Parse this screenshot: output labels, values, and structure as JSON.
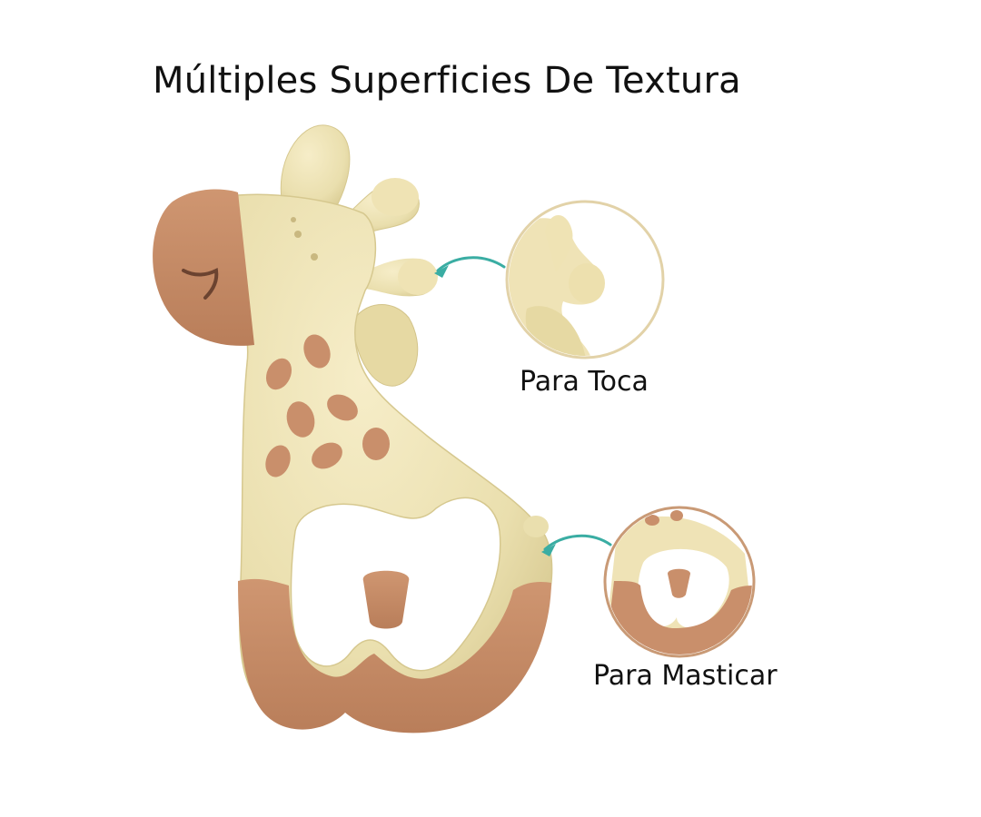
{
  "headline": "Múltiples Superficies De Textura",
  "callouts": {
    "touch_label": "Para Toca",
    "chew_label": "Para Masticar"
  },
  "colors": {
    "body": "#efe4b6",
    "body_shadow": "#d9cb94",
    "accent_brown": "#c98f6b",
    "accent_brown_dark": "#a8704f",
    "arrow_teal": "#3aada3",
    "circle_border_touch": "#e2d2a8",
    "circle_border_chew": "#c99a76"
  },
  "icons": {
    "touch_arrow": "curved-arrow-left-icon",
    "chew_arrow": "curved-arrow-left-icon"
  }
}
